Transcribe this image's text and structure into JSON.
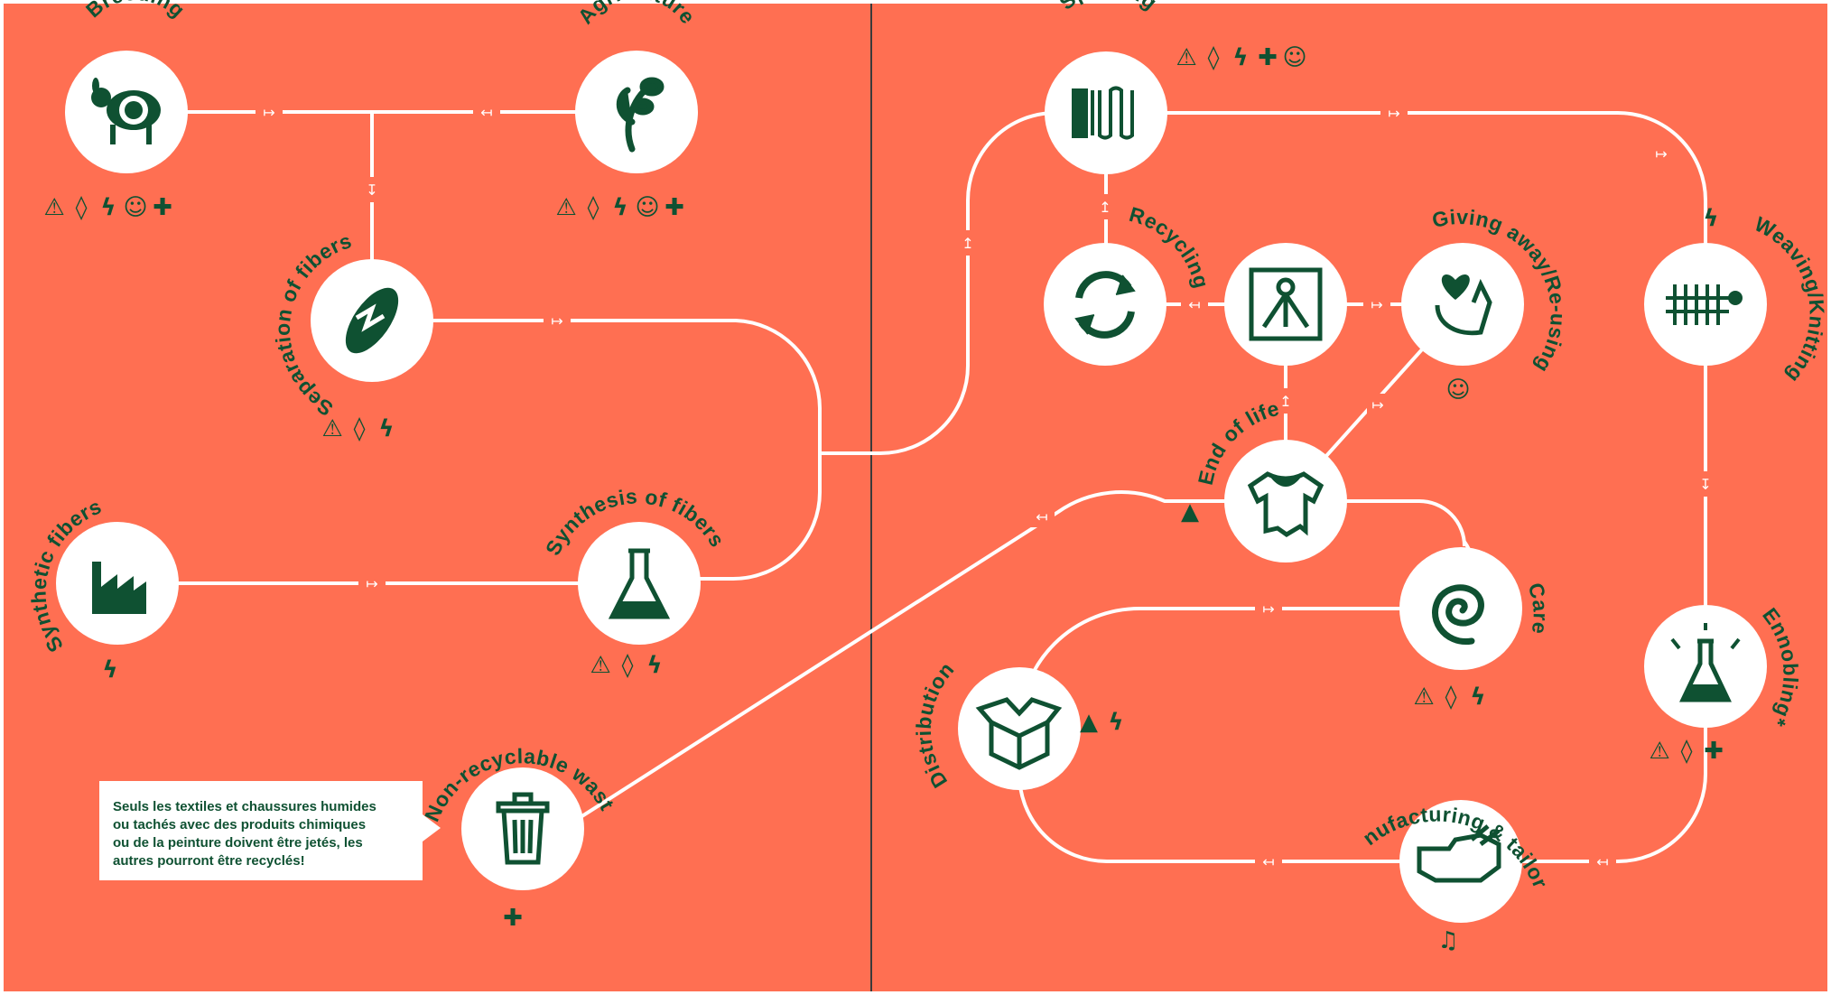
{
  "colors": {
    "background": "#ff6f52",
    "accent": "#0f5132",
    "line": "#ffffff"
  },
  "nodes": {
    "breeding": {
      "label": "Breeding",
      "icon": "sheep-icon",
      "impacts": [
        "recycle-icon",
        "water-drop-icon",
        "lightning-icon",
        "head-icon",
        "health-cross-icon"
      ]
    },
    "agriculture": {
      "label": "Agriculture",
      "icon": "sprout-icon",
      "impacts": [
        "recycle-icon",
        "water-drop-icon",
        "lightning-icon",
        "head-icon",
        "health-cross-icon"
      ]
    },
    "separation": {
      "label": "Separation of fibers",
      "icon": "fiber-icon",
      "impacts": [
        "recycle-icon",
        "water-drop-icon",
        "lightning-icon"
      ]
    },
    "synthetic": {
      "label": "Synthetic fibers",
      "icon": "factory-icon",
      "impacts": [
        "lightning-icon"
      ]
    },
    "synthesis": {
      "label": "Synthesis of fibers",
      "icon": "flask-icon",
      "impacts": [
        "recycle-icon",
        "water-drop-icon",
        "lightning-icon"
      ]
    },
    "nonrecyclable": {
      "label": "Non-recyclable waste",
      "icon": "trash-icon",
      "impacts": [
        "health-cross-icon"
      ]
    },
    "spinning": {
      "label": "Spinning",
      "icon": "spool-icon",
      "impacts": [
        "recycle-icon",
        "water-drop-icon",
        "lightning-icon",
        "health-cross-icon",
        "head-icon"
      ]
    },
    "recycling": {
      "label": "Recycling",
      "icon": "recycle-arrows-icon"
    },
    "sorting": {
      "icon": "sorting-icon"
    },
    "giving": {
      "label": "Giving away/Re-using",
      "icon": "heart-hand-icon",
      "impacts": [
        "head-icon"
      ]
    },
    "weaving": {
      "label": "Weaving/Knitting",
      "icon": "weave-icon",
      "impacts": [
        "lightning-icon"
      ]
    },
    "endoflife": {
      "label": "End of life",
      "icon": "torn-shirt-icon",
      "impacts": [
        "triangle-icon"
      ]
    },
    "care": {
      "label": "Care",
      "icon": "spiral-icon",
      "impacts": [
        "recycle-icon",
        "water-drop-icon",
        "lightning-icon"
      ]
    },
    "distribution": {
      "label": "Distribution",
      "icon": "box-icon",
      "impacts": [
        "triangle-icon",
        "lightning-icon"
      ]
    },
    "ennobling": {
      "label": "Ennobling*",
      "icon": "flask-spark-icon",
      "impacts": [
        "recycle-icon",
        "water-drop-icon",
        "health-cross-icon"
      ]
    },
    "manufacturing": {
      "label": "Manufacturing & tailoring",
      "icon": "hand-icon",
      "impacts": [
        "bell-icon"
      ]
    }
  },
  "note": {
    "lines": [
      "Seuls les textiles et chaussures humides",
      "ou tachés avec des produits chimiques",
      "ou de la peinture doivent être jetés, les",
      "autres pourront être recyclés!"
    ]
  }
}
